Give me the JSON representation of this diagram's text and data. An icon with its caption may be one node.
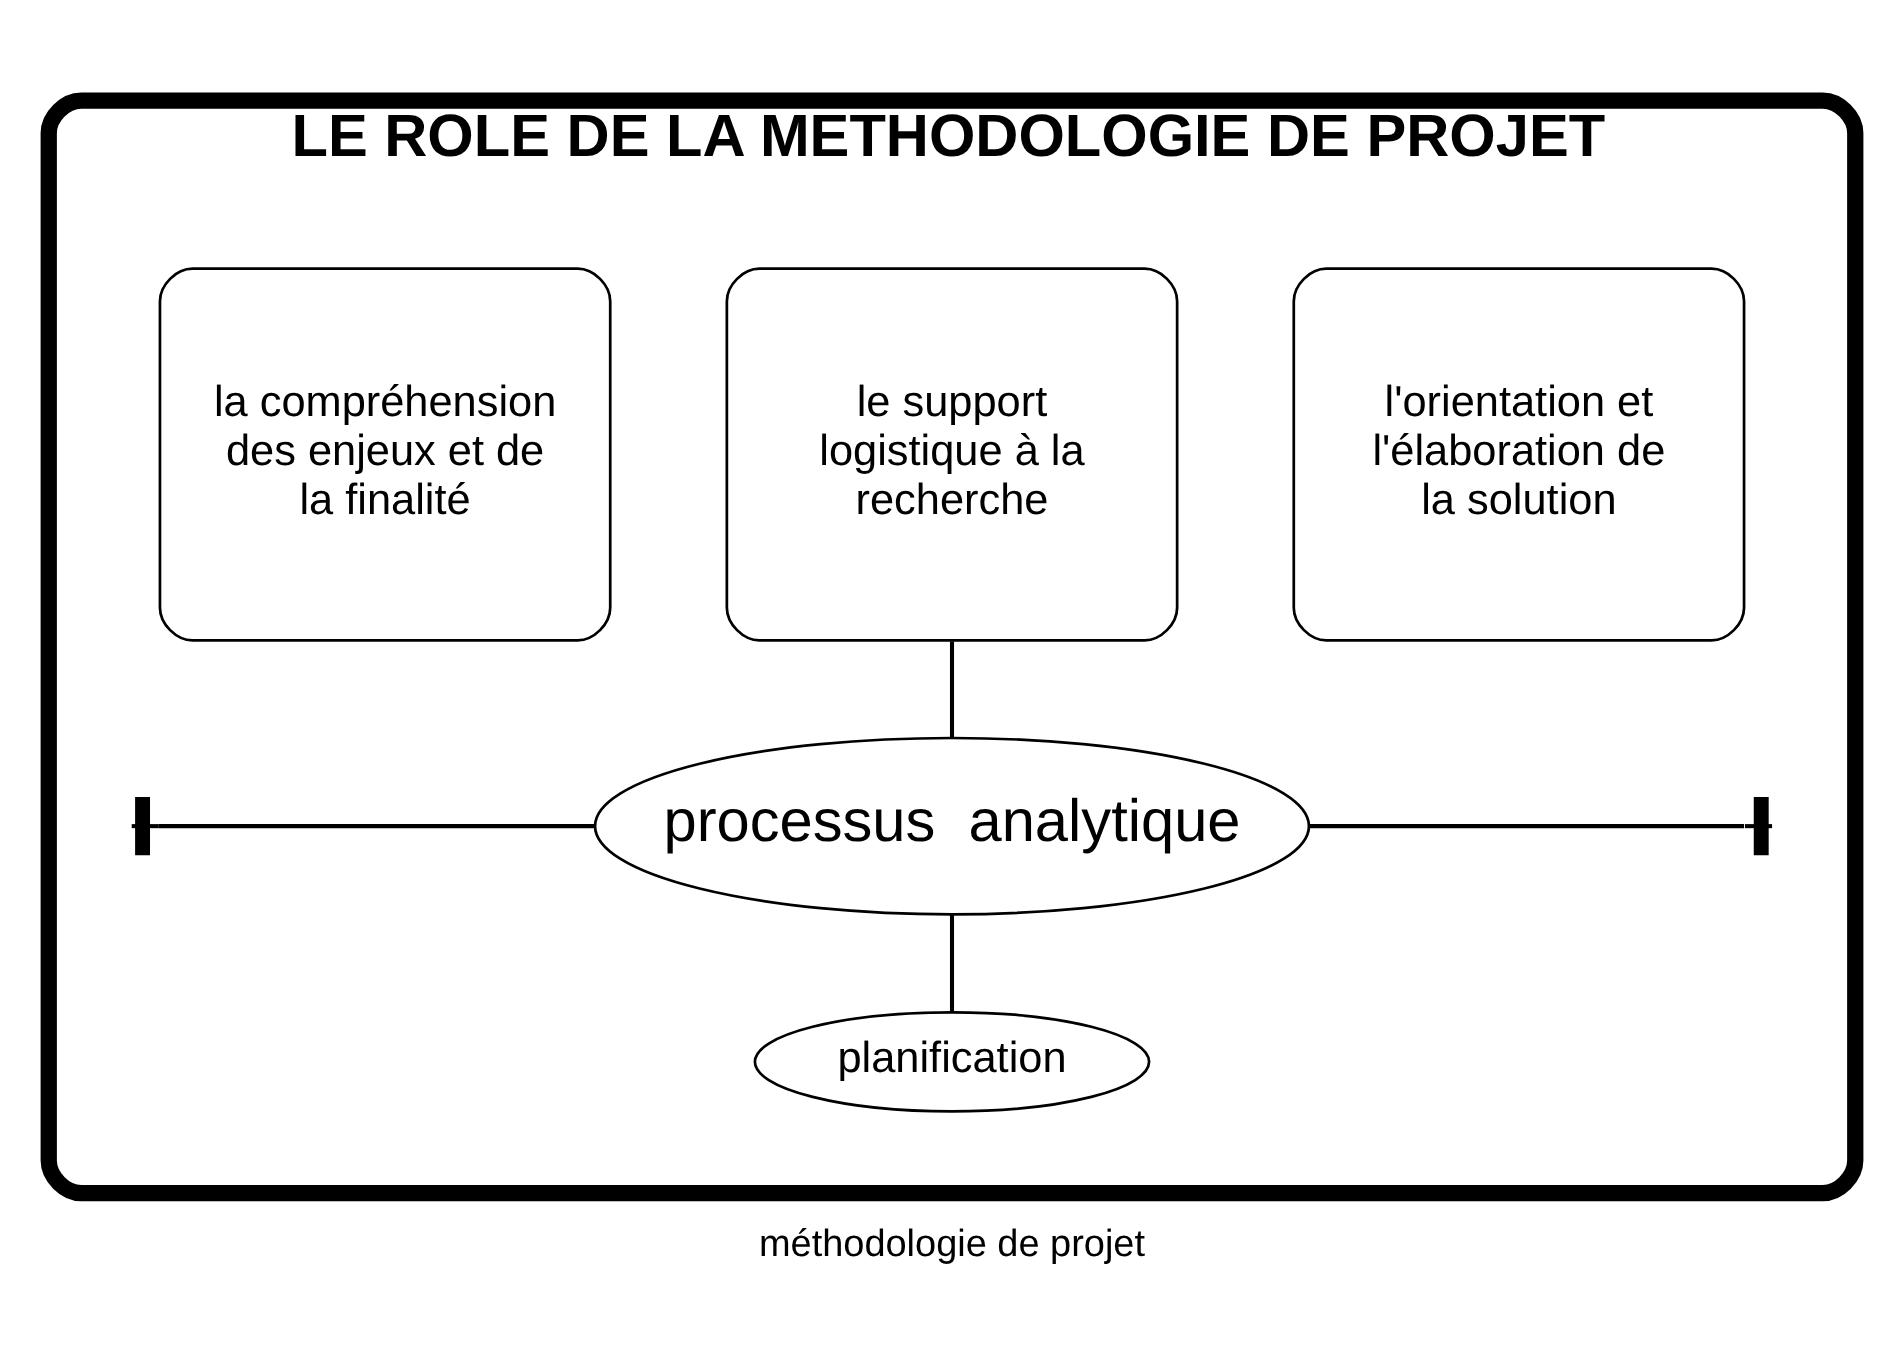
{
  "diagram": {
    "caption": "méthodologie de projet",
    "nodes": [
      {
        "text": [
          "LE ROLE DE LA METHODOLOGIE DE PROJET"
        ]
      },
      {
        "text": [
          "la compréhension des enjeux et de la finalité"
        ],
        "in": 0
      },
      {
        "text": [
          "le support logistique à la recherche"
        ],
        "in": 0
      },
      {
        "text": [
          "l'orientation et l'élaboration de la solution"
        ],
        "in": 0
      },
      {
        "text": [
          "processus  analytique"
        ],
        "in": 0
      },
      {
        "text": [
          "planification"
        ],
        "in": 0
      }
    ],
    "edges": [
      {
        "from": 2,
        "to": 4,
        "arrow": "none"
      },
      {
        "from": null,
        "to": 4,
        "arrow": "other"
      },
      {
        "from": 4,
        "to": null,
        "arrow": "other"
      },
      {
        "from": 4,
        "to": 5,
        "arrow": "none"
      }
    ]
  }
}
